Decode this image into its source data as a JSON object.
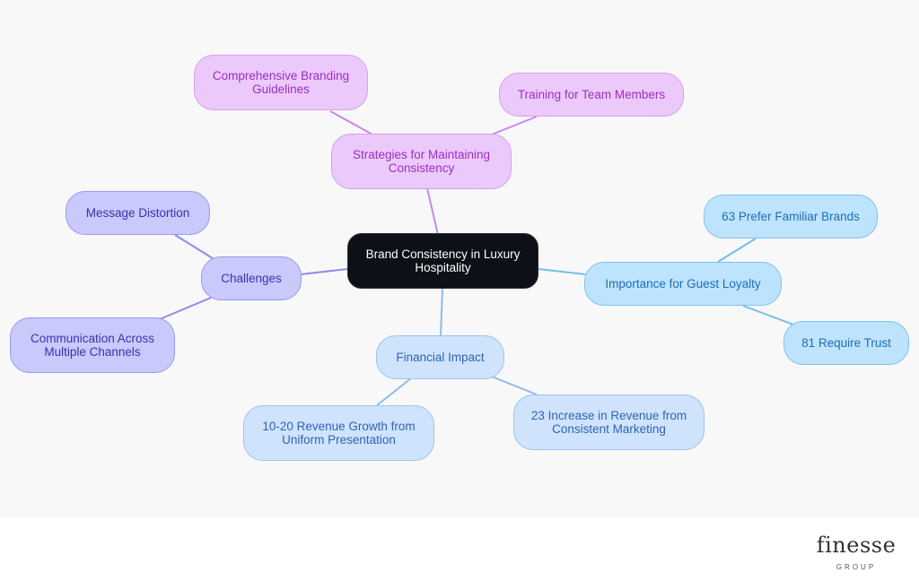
{
  "diagram": {
    "center": "Brand Consistency in Luxury Hospitality",
    "branches": {
      "strategies": {
        "label": "Strategies for Maintaining Consistency",
        "children": [
          "Comprehensive Branding Guidelines",
          "Training for Team Members"
        ]
      },
      "challenges": {
        "label": "Challenges",
        "children": [
          "Message Distortion",
          "Communication Across Multiple Channels"
        ]
      },
      "financial": {
        "label": "Financial Impact",
        "children": [
          "10-20 Revenue Growth from Uniform Presentation",
          "23 Increase in Revenue from Consistent Marketing"
        ]
      },
      "loyalty": {
        "label": "Importance for Guest Loyalty",
        "children": [
          "63 Prefer Familiar Brands",
          "81 Require Trust"
        ]
      }
    },
    "colors": {
      "center": "#0d1017",
      "strategies": "#ecc9fb",
      "challenges": "#c9c9fb",
      "financial": "#cfe3fc",
      "loyalty": "#bde3fd"
    }
  },
  "logo": {
    "name": "finesse",
    "subtitle": "GROUP"
  }
}
